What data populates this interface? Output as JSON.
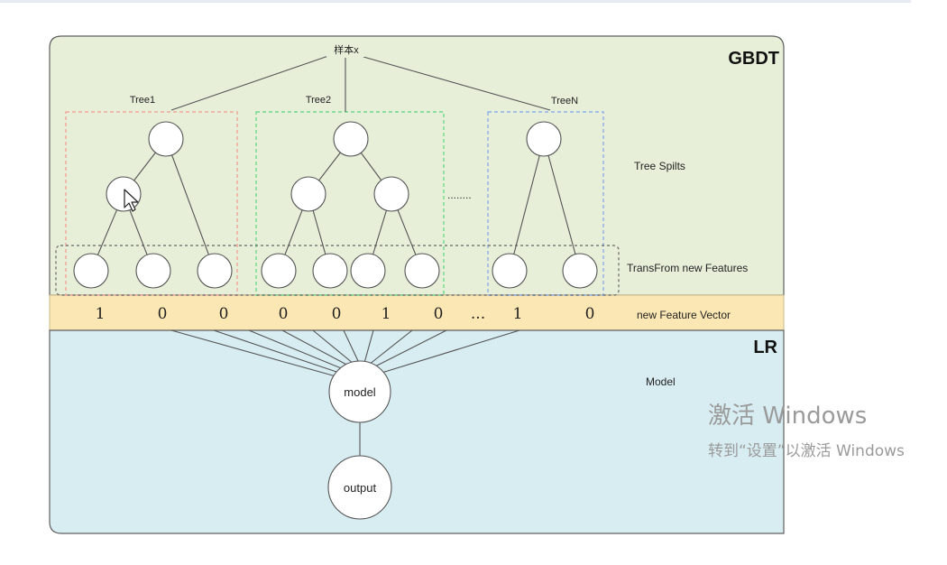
{
  "diagram": {
    "root_label": "样本x",
    "gbdt_title": "GBDT",
    "lr_title": "LR",
    "trees": [
      {
        "label": "Tree1",
        "color": "#f0a59a"
      },
      {
        "label": "Tree2",
        "color": "#6fd98a"
      },
      {
        "label": "TreeN",
        "color": "#8fb0e8"
      }
    ],
    "ellipsis_between_trees": "........",
    "side_labels": {
      "tree_splits": "Tree Spilts",
      "transform": "TransFrom new Features",
      "feature_vector": "new Feature Vector",
      "model": "Model"
    },
    "feature_vector": [
      "1",
      "0",
      "0",
      "0",
      "0",
      "1",
      "0",
      "...",
      "1",
      "0"
    ],
    "model_node": "model",
    "output_node": "output",
    "colors": {
      "gbdt_bg": "#e7efd9",
      "vector_bg": "#fbe7b3",
      "lr_bg": "#d8edf2",
      "border": "#5f5f5f"
    }
  },
  "watermark": {
    "line1": "激活 Windows",
    "line2": "转到“设置”以激活 Windows"
  }
}
